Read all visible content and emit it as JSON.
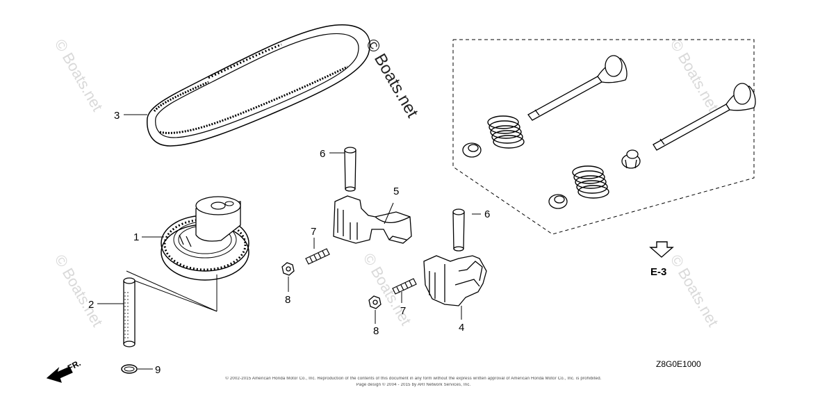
{
  "watermark": {
    "light": "© Boats.net",
    "dark": "© Boats.net"
  },
  "callouts": {
    "c1": "1",
    "c2": "2",
    "c3": "3",
    "c4": "4",
    "c5": "5",
    "c6a": "6",
    "c6b": "6",
    "c7a": "7",
    "c7b": "7",
    "c8a": "8",
    "c8b": "8",
    "c9": "9"
  },
  "reference": {
    "section": "E-3"
  },
  "direction": {
    "label": "FR."
  },
  "diagram_code": "Z8G0E1000",
  "footer": {
    "line1": "© 2002-2015 American Honda Motor Co., Inc. Reproduction of the contents of this document in any form without the express written approval of American Honda Motor Co., Inc. is prohibited.",
    "line2": "Page design © 2004 - 2015 by ARI Network Services, Inc."
  }
}
